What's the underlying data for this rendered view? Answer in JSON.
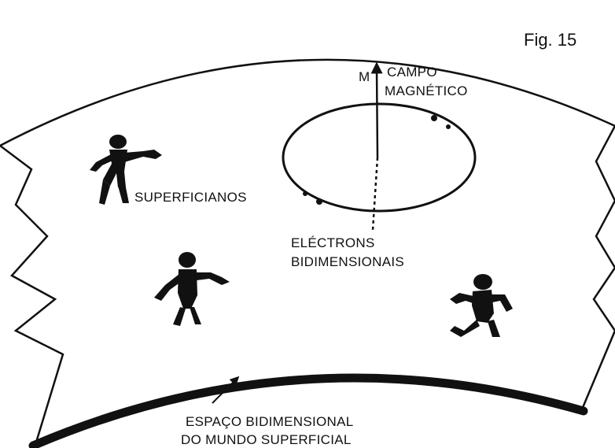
{
  "figure": {
    "number_label": "Fig. 15",
    "magnetic_vector_letter": "M",
    "field_label_line1": "CAMPO",
    "field_label_line2": "MAGNÉTICO",
    "beings_label": "SUPERFICIANOS",
    "electrons_label_line1": "ELÉCTRONS",
    "electrons_label_line2": "BIDIMENSIONAIS",
    "space_label_line1": "ESPAÇO BIDIMENSIONAL",
    "space_label_line2": "DO MUNDO SUPERFICIAL"
  },
  "colors": {
    "ink": "#111111",
    "background": "#ffffff"
  }
}
